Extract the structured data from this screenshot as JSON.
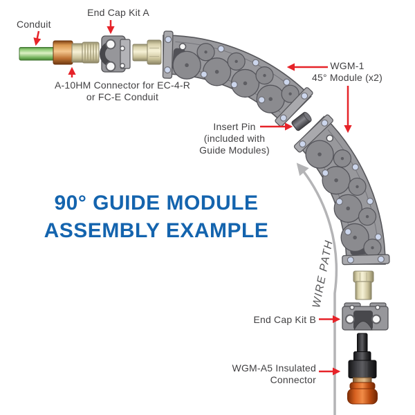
{
  "title": {
    "line1": "90° GUIDE MODULE",
    "line2": "ASSEMBLY EXAMPLE"
  },
  "labels": {
    "conduit": "Conduit",
    "end_cap_kit_a": "End Cap Kit A",
    "a10hm_connector_line1": "A-10HM Connector for EC-4-R",
    "a10hm_connector_line2": "or FC-E Conduit",
    "wgm1_module_line1": "WGM-1",
    "wgm1_module_line2": "45° Module (x2)",
    "insert_pin_line1": "Insert Pin",
    "insert_pin_line2": "(included with",
    "insert_pin_line3": "Guide Modules)",
    "wire_path": "WIRE PATH",
    "end_cap_kit_b": "End Cap Kit B",
    "wgm_a5_line1": "WGM-A5 Insulated",
    "wgm_a5_line2": "Connector"
  },
  "colors": {
    "title_blue": "#1464ae",
    "label_text": "#414042",
    "arrow_red": "#e62329",
    "wire_path_line": "#b4b4b6",
    "wire_path_text": "#58585a",
    "module_body": "#98989c",
    "module_outline": "#56565a",
    "module_plate": "#a9a9ad",
    "module_roller": "#8b8b8f",
    "module_roller_edge": "#54545a",
    "module_hole": "#ccd6ec",
    "conduit_green": "#8cc873",
    "connector_copper": "#d9964f",
    "connector_ivory": "#e9e3c0",
    "insulator_orange": "#d6601f",
    "connector_black": "#2a2a2c"
  }
}
